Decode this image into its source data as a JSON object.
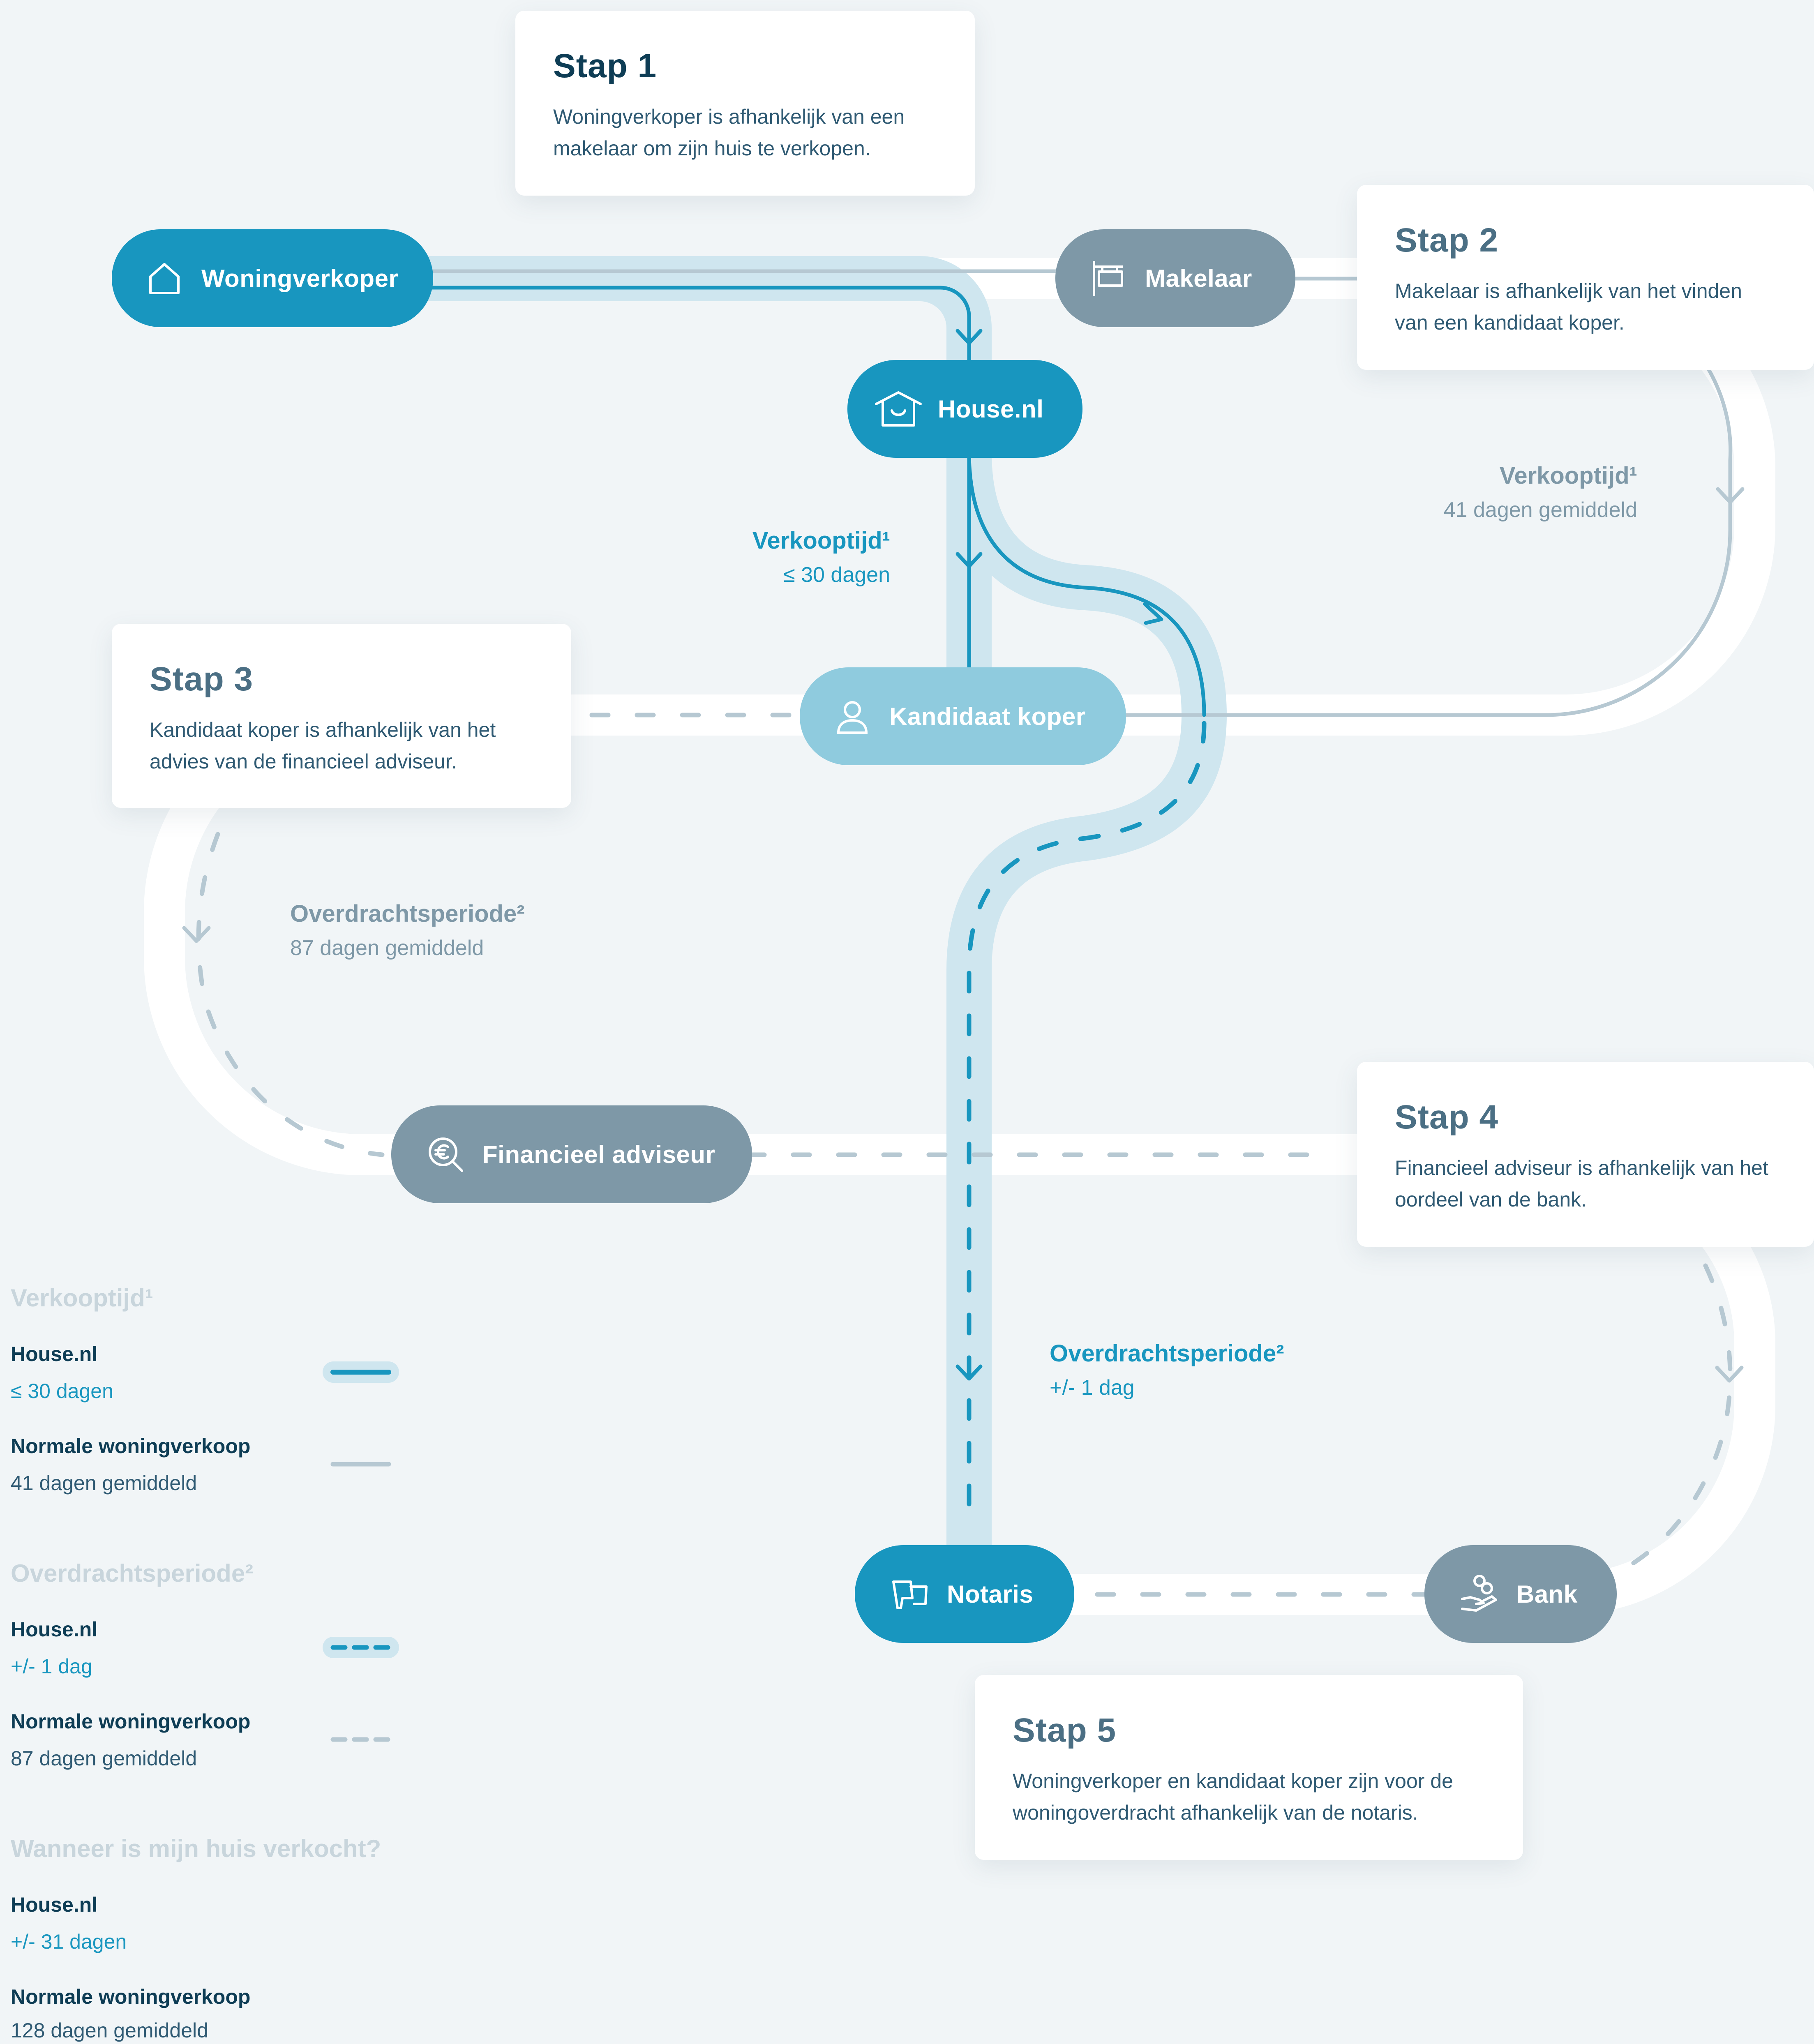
{
  "colors": {
    "accent": "#1896bf",
    "accent_light": "#8fcbde",
    "grey_pill": "#7e98a7",
    "road": "#ffffff",
    "normal_line": "#b6c8d2",
    "title_dark": "#0e3d55",
    "title_mid": "#4b6f84",
    "legend_header": "#c8d5dc"
  },
  "steps": [
    {
      "title": "Stap 1",
      "text": "Woningverkoper is afhankelijk van een makelaar om zijn huis te verkopen."
    },
    {
      "title": "Stap 2",
      "text": "Makelaar is afhankelijk van het vinden van een kandidaat koper."
    },
    {
      "title": "Stap 3",
      "text": "Kandidaat koper is afhankelijk van het advies van de financieel adviseur."
    },
    {
      "title": "Stap 4",
      "text": "Financieel adviseur is afhankelijk van het oordeel van de bank."
    },
    {
      "title": "Stap 5",
      "text": "Woningverkoper en kandidaat koper zijn voor de woningoverdracht afhankelijk van de notaris."
    }
  ],
  "nodes": {
    "woningverkoper": {
      "label": "Woningverkoper",
      "icon": "house-icon"
    },
    "makelaar": {
      "label": "Makelaar",
      "icon": "sign-icon"
    },
    "housenl": {
      "label": "House.nl",
      "icon": "housenl-logo-icon"
    },
    "kandidaat": {
      "label": "Kandidaat koper",
      "icon": "person-icon"
    },
    "financieel": {
      "label": "Financieel adviseur",
      "icon": "euro-search-icon"
    },
    "notaris": {
      "label": "Notaris",
      "icon": "handshake-icon"
    },
    "bank": {
      "label": "Bank",
      "icon": "hand-coins-icon"
    }
  },
  "route_labels": {
    "verkooptijd_normaal": {
      "title": "Verkooptijd¹",
      "value": "41 dagen gemiddeld"
    },
    "verkooptijd_house": {
      "title": "Verkooptijd¹",
      "value": "≤ 30 dagen"
    },
    "overdracht_normaal": {
      "title": "Overdrachtsperiode²",
      "value": "87 dagen gemiddeld"
    },
    "overdracht_house": {
      "title": "Overdrachtsperiode²",
      "value": "+/- 1 dag"
    }
  },
  "legend": {
    "verkooptijd": {
      "header": "Verkooptijd¹",
      "items": [
        {
          "name": "House.nl",
          "value": "≤ 30 dagen",
          "style": "solid-blue"
        },
        {
          "name": "Normale woningverkoop",
          "value": "41 dagen gemiddeld",
          "style": "solid-grey"
        }
      ]
    },
    "overdracht": {
      "header": "Overdrachtsperiode²",
      "items": [
        {
          "name": "House.nl",
          "value": "+/- 1 dag",
          "style": "dashed-blue"
        },
        {
          "name": "Normale woningverkoop",
          "value": "87 dagen gemiddeld",
          "style": "dashed-grey"
        }
      ]
    },
    "verkocht": {
      "header": "Wanneer is mijn huis verkocht?",
      "items": [
        {
          "name": "House.nl",
          "value": "+/- 31 dagen"
        },
        {
          "name": "Normale woningverkoop",
          "value": "128 dagen gemiddeld"
        }
      ]
    }
  }
}
